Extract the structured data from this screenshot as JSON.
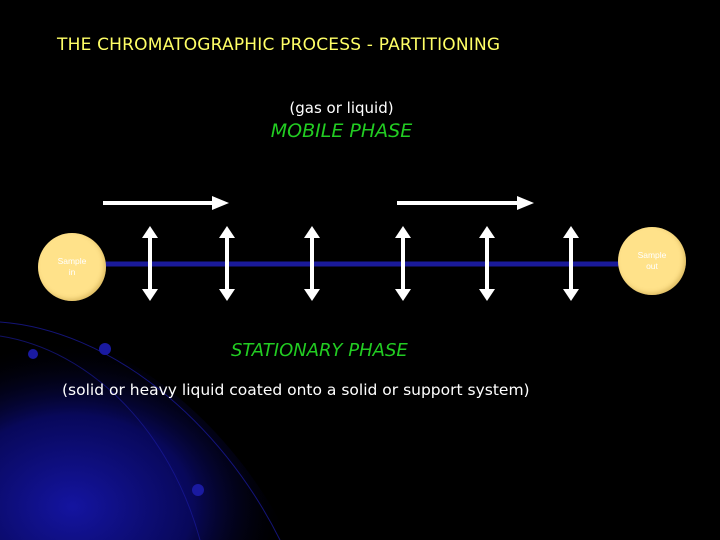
{
  "slide": {
    "title": "THE CHROMATOGRAPHIC PROCESS - PARTITIONING",
    "mobile_phase": {
      "subtitle": "(gas or liquid)",
      "label": "MOBILE PHASE"
    },
    "stationary_phase": {
      "label": "STATIONARY PHASE",
      "subtitle": "(solid or heavy liquid coated onto a solid or support system)"
    },
    "sample_in": "Sample in",
    "sample_out": "Sample out"
  },
  "colors": {
    "background": "#000000",
    "title": "#ffff66",
    "phase_label": "#22cc22",
    "column_line": "#1a1a9a",
    "sample_circle": "#ffe28a",
    "arrows": "#ffffff",
    "decor_blue": "#0a0a6e"
  },
  "diagram": {
    "flow_arrow_count": 2,
    "partition_arrow_count": 6
  }
}
